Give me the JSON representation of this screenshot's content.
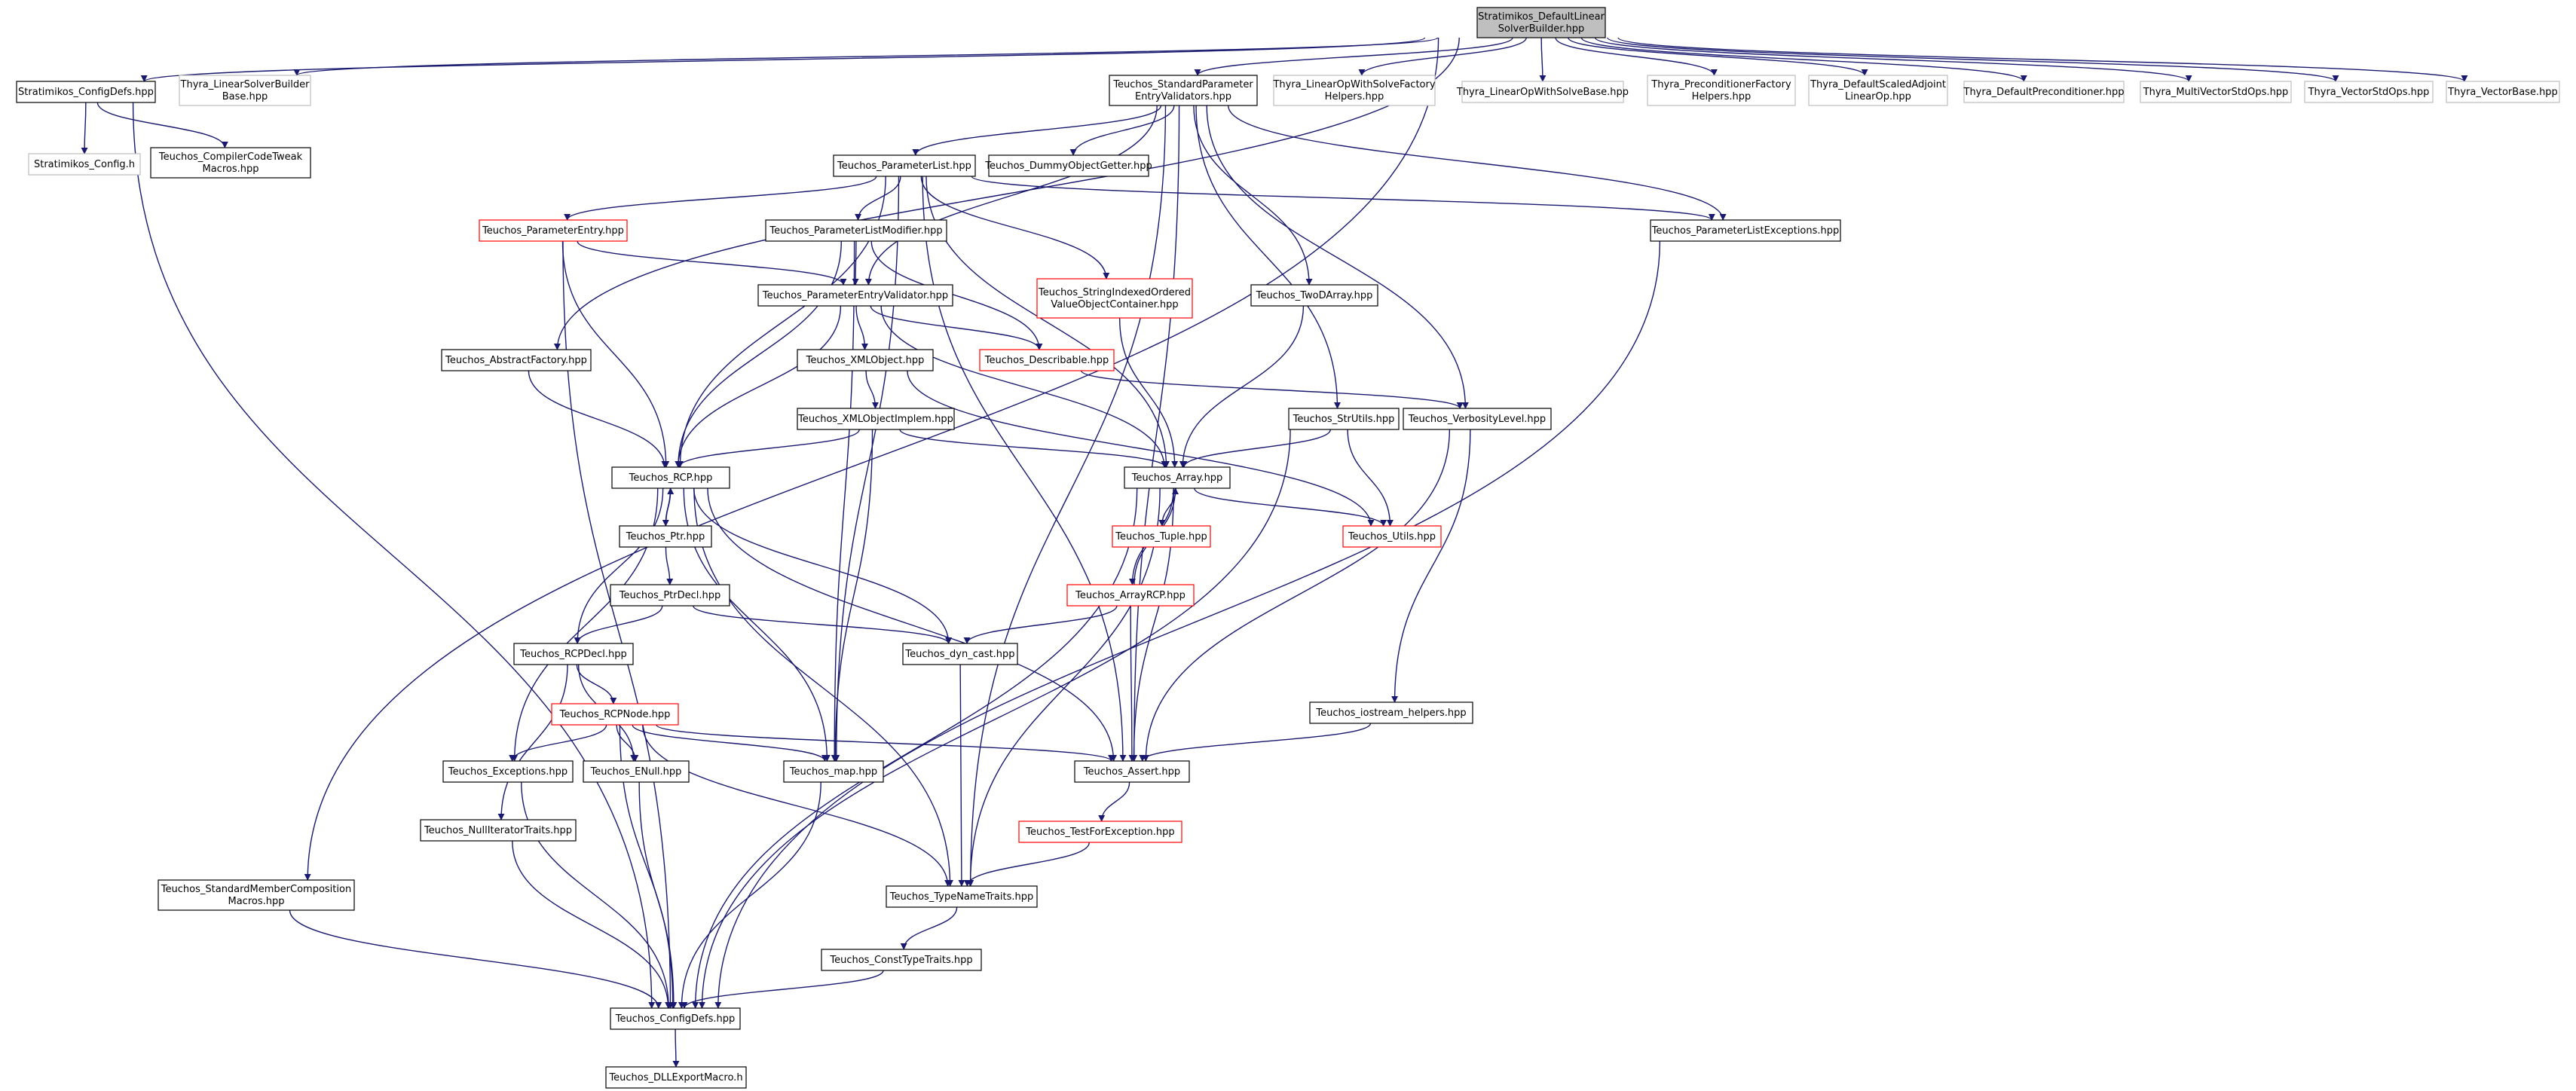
{
  "colors": {
    "edge": "#191970",
    "border_default": "#000000",
    "border_missing": "#bfbfbf",
    "border_truncated": "#ff0000",
    "fill_default": "#ffffff",
    "fill_root": "#bfbfbf",
    "text": "#000000"
  },
  "nodes": [
    {
      "id": "root",
      "lines": [
        "Stratimikos_DefaultLinear",
        "SolverBuilder.hpp"
      ],
      "style": "root"
    },
    {
      "id": "strat_configdefs",
      "lines": [
        "Stratimikos_ConfigDefs.hpp"
      ],
      "style": "normal"
    },
    {
      "id": "thyra_lsbb",
      "lines": [
        "Thyra_LinearSolverBuilder",
        "Base.hpp"
      ],
      "style": "missing"
    },
    {
      "id": "strat_config",
      "lines": [
        "Stratimikos_Config.h"
      ],
      "style": "missing"
    },
    {
      "id": "compiler_tweak",
      "lines": [
        "Teuchos_CompilerCodeTweak",
        "Macros.hpp"
      ],
      "style": "normal"
    },
    {
      "id": "std_param_ev",
      "lines": [
        "Teuchos_StandardParameter",
        "EntryValidators.hpp"
      ],
      "style": "normal"
    },
    {
      "id": "thyra_lowsfh",
      "lines": [
        "Thyra_LinearOpWithSolveFactory",
        "Helpers.hpp"
      ],
      "style": "missing"
    },
    {
      "id": "thyra_lowsb",
      "lines": [
        "Thyra_LinearOpWithSolveBase.hpp"
      ],
      "style": "missing"
    },
    {
      "id": "thyra_pfh",
      "lines": [
        "Thyra_PreconditionerFactory",
        "Helpers.hpp"
      ],
      "style": "missing"
    },
    {
      "id": "thyra_dsa",
      "lines": [
        "Thyra_DefaultScaledAdjoint",
        "LinearOp.hpp"
      ],
      "style": "missing"
    },
    {
      "id": "thyra_dp",
      "lines": [
        "Thyra_DefaultPreconditioner.hpp"
      ],
      "style": "missing"
    },
    {
      "id": "thyra_mvso",
      "lines": [
        "Thyra_MultiVectorStdOps.hpp"
      ],
      "style": "missing"
    },
    {
      "id": "thyra_vso",
      "lines": [
        "Thyra_VectorStdOps.hpp"
      ],
      "style": "missing"
    },
    {
      "id": "thyra_vb",
      "lines": [
        "Thyra_VectorBase.hpp"
      ],
      "style": "missing"
    },
    {
      "id": "param_list",
      "lines": [
        "Teuchos_ParameterList.hpp"
      ],
      "style": "normal"
    },
    {
      "id": "dummy_getter",
      "lines": [
        "Teuchos_DummyObjectGetter.hpp"
      ],
      "style": "normal"
    },
    {
      "id": "param_entry",
      "lines": [
        "Teuchos_ParameterEntry.hpp"
      ],
      "style": "truncated"
    },
    {
      "id": "plmod",
      "lines": [
        "Teuchos_ParameterListModifier.hpp"
      ],
      "style": "normal"
    },
    {
      "id": "plexc",
      "lines": [
        "Teuchos_ParameterListExceptions.hpp"
      ],
      "style": "normal"
    },
    {
      "id": "stringindexed",
      "lines": [
        "Teuchos_StringIndexedOrdered",
        "ValueObjectContainer.hpp"
      ],
      "style": "truncated"
    },
    {
      "id": "pev",
      "lines": [
        "Teuchos_ParameterEntryValidator.hpp"
      ],
      "style": "normal"
    },
    {
      "id": "twodarray",
      "lines": [
        "Teuchos_TwoDArray.hpp"
      ],
      "style": "normal"
    },
    {
      "id": "abstract_factory",
      "lines": [
        "Teuchos_AbstractFactory.hpp"
      ],
      "style": "normal"
    },
    {
      "id": "xmlobject",
      "lines": [
        "Teuchos_XMLObject.hpp"
      ],
      "style": "normal"
    },
    {
      "id": "describable",
      "lines": [
        "Teuchos_Describable.hpp"
      ],
      "style": "truncated"
    },
    {
      "id": "verbosity",
      "lines": [
        "Teuchos_VerbosityLevel.hpp"
      ],
      "style": "normal"
    },
    {
      "id": "xmlimpl",
      "lines": [
        "Teuchos_XMLObjectImplem.hpp"
      ],
      "style": "normal"
    },
    {
      "id": "strutils",
      "lines": [
        "Teuchos_StrUtils.hpp"
      ],
      "style": "normal"
    },
    {
      "id": "rcp",
      "lines": [
        "Teuchos_RCP.hpp"
      ],
      "style": "normal"
    },
    {
      "id": "array",
      "lines": [
        "Teuchos_Array.hpp"
      ],
      "style": "normal"
    },
    {
      "id": "ptr",
      "lines": [
        "Teuchos_Ptr.hpp"
      ],
      "style": "normal"
    },
    {
      "id": "tuple",
      "lines": [
        "Teuchos_Tuple.hpp"
      ],
      "style": "truncated"
    },
    {
      "id": "utils",
      "lines": [
        "Teuchos_Utils.hpp"
      ],
      "style": "truncated"
    },
    {
      "id": "ptrdecl",
      "lines": [
        "Teuchos_PtrDecl.hpp"
      ],
      "style": "normal"
    },
    {
      "id": "arrayrcp",
      "lines": [
        "Teuchos_ArrayRCP.hpp"
      ],
      "style": "truncated"
    },
    {
      "id": "rcpdecl",
      "lines": [
        "Teuchos_RCPDecl.hpp"
      ],
      "style": "normal"
    },
    {
      "id": "dyncast",
      "lines": [
        "Teuchos_dyn_cast.hpp"
      ],
      "style": "normal"
    },
    {
      "id": "rcpnode",
      "lines": [
        "Teuchos_RCPNode.hpp"
      ],
      "style": "truncated"
    },
    {
      "id": "iostream_helpers",
      "lines": [
        "Teuchos_iostream_helpers.hpp"
      ],
      "style": "normal"
    },
    {
      "id": "exceptions",
      "lines": [
        "Teuchos_Exceptions.hpp"
      ],
      "style": "normal"
    },
    {
      "id": "enull",
      "lines": [
        "Teuchos_ENull.hpp"
      ],
      "style": "normal"
    },
    {
      "id": "map",
      "lines": [
        "Teuchos_map.hpp"
      ],
      "style": "normal"
    },
    {
      "id": "assert",
      "lines": [
        "Teuchos_Assert.hpp"
      ],
      "style": "normal"
    },
    {
      "id": "nulliter",
      "lines": [
        "Teuchos_NullIteratorTraits.hpp"
      ],
      "style": "normal"
    },
    {
      "id": "testforexc",
      "lines": [
        "Teuchos_TestForException.hpp"
      ],
      "style": "truncated"
    },
    {
      "id": "smcm",
      "lines": [
        "Teuchos_StandardMemberComposition",
        "Macros.hpp"
      ],
      "style": "normal"
    },
    {
      "id": "typename",
      "lines": [
        "Teuchos_TypeNameTraits.hpp"
      ],
      "style": "normal"
    },
    {
      "id": "consttype",
      "lines": [
        "Teuchos_ConstTypeTraits.hpp"
      ],
      "style": "normal"
    },
    {
      "id": "teuchos_configdefs",
      "lines": [
        "Teuchos_ConfigDefs.hpp"
      ],
      "style": "normal"
    },
    {
      "id": "dllexport",
      "lines": [
        "Teuchos_DLLExportMacro.h"
      ],
      "style": "normal"
    }
  ],
  "edges": [
    [
      "root",
      "strat_configdefs"
    ],
    [
      "root",
      "thyra_lsbb"
    ],
    [
      "root",
      "abstract_factory"
    ],
    [
      "root",
      "smcm"
    ],
    [
      "root",
      "std_param_ev"
    ],
    [
      "root",
      "thyra_lowsfh"
    ],
    [
      "root",
      "thyra_lowsb"
    ],
    [
      "root",
      "thyra_pfh"
    ],
    [
      "root",
      "thyra_dsa"
    ],
    [
      "root",
      "thyra_dp"
    ],
    [
      "root",
      "thyra_mvso"
    ],
    [
      "root",
      "thyra_vso"
    ],
    [
      "root",
      "thyra_vb"
    ],
    [
      "strat_configdefs",
      "strat_config"
    ],
    [
      "strat_configdefs",
      "compiler_tweak"
    ],
    [
      "strat_configdefs",
      "teuchos_configdefs"
    ],
    [
      "std_param_ev",
      "param_list"
    ],
    [
      "std_param_ev",
      "dummy_getter"
    ],
    [
      "std_param_ev",
      "pev"
    ],
    [
      "std_param_ev",
      "twodarray"
    ],
    [
      "std_param_ev",
      "strutils"
    ],
    [
      "std_param_ev",
      "verbosity"
    ],
    [
      "std_param_ev",
      "plexc"
    ],
    [
      "std_param_ev",
      "assert"
    ],
    [
      "std_param_ev",
      "typename"
    ],
    [
      "param_list",
      "param_entry"
    ],
    [
      "param_list",
      "plmod"
    ],
    [
      "param_list",
      "plexc"
    ],
    [
      "param_list",
      "stringindexed"
    ],
    [
      "param_list",
      "rcp"
    ],
    [
      "param_list",
      "map"
    ],
    [
      "param_list",
      "array"
    ],
    [
      "param_list",
      "assert"
    ],
    [
      "param_entry",
      "pev"
    ],
    [
      "param_entry",
      "rcp"
    ],
    [
      "param_entry",
      "teuchos_configdefs"
    ],
    [
      "plmod",
      "pev"
    ],
    [
      "plmod",
      "describable"
    ],
    [
      "plmod",
      "rcp"
    ],
    [
      "plmod",
      "map"
    ],
    [
      "plexc",
      "teuchos_configdefs"
    ],
    [
      "stringindexed",
      "array"
    ],
    [
      "pev",
      "xmlobject"
    ],
    [
      "pev",
      "describable"
    ],
    [
      "pev",
      "array"
    ],
    [
      "pev",
      "rcp"
    ],
    [
      "twodarray",
      "array"
    ],
    [
      "abstract_factory",
      "rcp"
    ],
    [
      "xmlobject",
      "xmlimpl"
    ],
    [
      "xmlobject",
      "utils"
    ],
    [
      "describable",
      "verbosity"
    ],
    [
      "verbosity",
      "iostream_helpers"
    ],
    [
      "verbosity",
      "assert"
    ],
    [
      "xmlimpl",
      "rcp"
    ],
    [
      "xmlimpl",
      "array"
    ],
    [
      "xmlimpl",
      "map"
    ],
    [
      "strutils",
      "array"
    ],
    [
      "strutils",
      "utils"
    ],
    [
      "strutils",
      "teuchos_configdefs"
    ],
    [
      "rcp",
      "ptr"
    ],
    [
      "rcp",
      "rcpdecl"
    ],
    [
      "rcp",
      "dyncast"
    ],
    [
      "rcp",
      "exceptions"
    ],
    [
      "rcp",
      "map"
    ],
    [
      "rcp",
      "assert"
    ],
    [
      "rcp",
      "typename"
    ],
    [
      "ptr",
      "rcp"
    ],
    [
      "ptr",
      "ptrdecl"
    ],
    [
      "ptrdecl",
      "rcpdecl"
    ],
    [
      "ptrdecl",
      "dyncast"
    ],
    [
      "array",
      "tuple"
    ],
    [
      "array",
      "utils"
    ],
    [
      "array",
      "arrayrcp"
    ],
    [
      "array",
      "assert"
    ],
    [
      "array",
      "typename"
    ],
    [
      "array",
      "teuchos_configdefs"
    ],
    [
      "arrayrcp",
      "array"
    ],
    [
      "arrayrcp",
      "dyncast"
    ],
    [
      "arrayrcp",
      "assert"
    ],
    [
      "rcpdecl",
      "rcpnode"
    ],
    [
      "rcpdecl",
      "enull"
    ],
    [
      "rcpdecl",
      "nulliter"
    ],
    [
      "rcpnode",
      "exceptions"
    ],
    [
      "rcpnode",
      "enull"
    ],
    [
      "rcpnode",
      "map"
    ],
    [
      "rcpnode",
      "assert"
    ],
    [
      "rcpnode",
      "typename"
    ],
    [
      "rcpnode",
      "teuchos_configdefs"
    ],
    [
      "dyncast",
      "typename"
    ],
    [
      "iostream_helpers",
      "assert"
    ],
    [
      "exceptions",
      "teuchos_configdefs"
    ],
    [
      "enull",
      "teuchos_configdefs"
    ],
    [
      "map",
      "teuchos_configdefs"
    ],
    [
      "nulliter",
      "teuchos_configdefs"
    ],
    [
      "assert",
      "testforexc"
    ],
    [
      "testforexc",
      "typename"
    ],
    [
      "smcm",
      "teuchos_configdefs"
    ],
    [
      "typename",
      "consttype"
    ],
    [
      "consttype",
      "teuchos_configdefs"
    ],
    [
      "teuchos_configdefs",
      "dllexport"
    ]
  ]
}
